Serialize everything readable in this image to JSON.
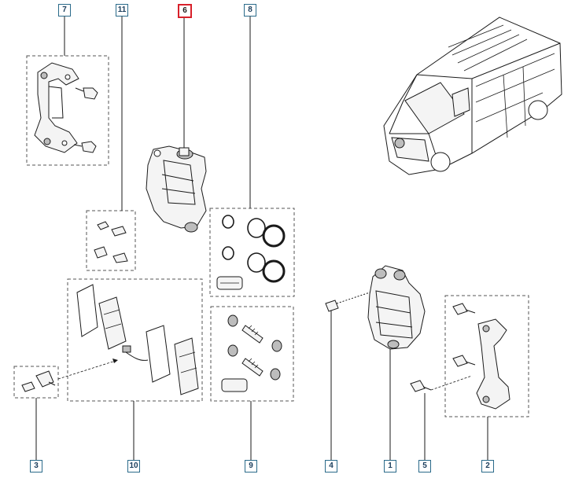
{
  "callouts": [
    {
      "id": "7",
      "active": false
    },
    {
      "id": "11",
      "active": false
    },
    {
      "id": "6",
      "active": true
    },
    {
      "id": "8",
      "active": false
    },
    {
      "id": "3",
      "active": false
    },
    {
      "id": "10",
      "active": false
    },
    {
      "id": "9",
      "active": false
    },
    {
      "id": "4",
      "active": false
    },
    {
      "id": "1",
      "active": false
    },
    {
      "id": "5",
      "active": false
    },
    {
      "id": "2",
      "active": false
    }
  ],
  "colors": {
    "callout_border": "#2a6a8a",
    "callout_active_border": "#d8202a",
    "line": "#1a1a1a"
  }
}
